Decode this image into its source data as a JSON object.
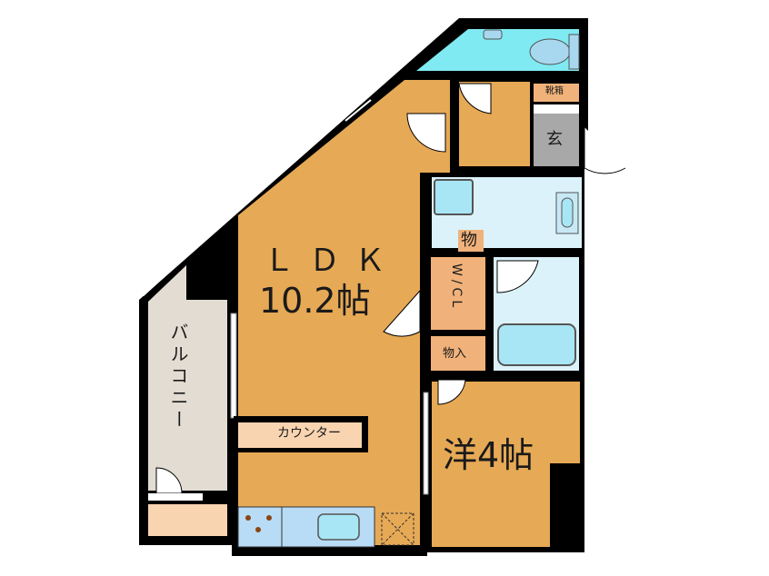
{
  "floor_plan": {
    "rooms": [
      {
        "id": "ldk",
        "name": "ＬＤＫ",
        "size": "10.2帖",
        "color": "#E6A955"
      },
      {
        "id": "western",
        "name": "洋4帖",
        "color": "#E6A955"
      },
      {
        "id": "balcony",
        "name": "バルコニー",
        "color": "#E2DCD2"
      },
      {
        "id": "entrance",
        "name": "玄",
        "color": "#A8A8A8"
      },
      {
        "id": "shoe_box",
        "name": "靴箱",
        "color": "#F0B27A"
      },
      {
        "id": "storage_small",
        "name": "物",
        "color": "#F0B27A"
      },
      {
        "id": "wic",
        "name": "W/CL",
        "color": "#F0B27A"
      },
      {
        "id": "closet",
        "name": "物入",
        "color": "#F0B27A"
      },
      {
        "id": "counter",
        "name": "カウンター",
        "color": "#F8D4B0"
      },
      {
        "id": "toilet",
        "name": "",
        "color": "#7FEAF2"
      },
      {
        "id": "washroom",
        "name": "",
        "color": "#DCF2FA"
      },
      {
        "id": "bathroom",
        "name": "",
        "color": "#DCF2FA"
      }
    ],
    "colors": {
      "wall": "#000000",
      "room_orange": "#E6A955",
      "storage_orange": "#F0B27A",
      "counter_beige": "#F8D4B0",
      "balcony_gray": "#E2DCD2",
      "entrance_gray": "#A8A8A8",
      "toilet_cyan": "#7FEAF2",
      "wet_area_blue": "#DCF2FA",
      "fixture_blue": "#A8E6F5",
      "kitchen_blue": "#B8DCF5"
    }
  }
}
